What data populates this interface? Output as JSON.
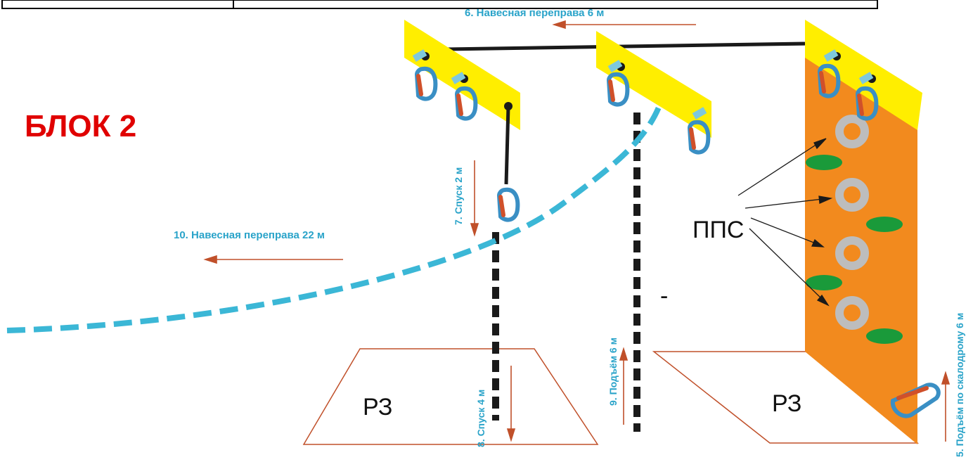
{
  "block_title": "БЛОК 2",
  "labels": {
    "traverse_6": "6. Навесная переправа 6 м",
    "descent_2": "7. Спуск 2 м",
    "descent_4": "8. Спуск 4 м",
    "ascent_6": "9. Подъём 6 м",
    "traverse_22": "10. Навесная переправа 22 м",
    "climb_wall": "5. Подъём по скалодрому 6 м",
    "pps": "ППС",
    "zone_left": "РЗ",
    "zone_right": "РЗ",
    "dash": "-"
  },
  "colors": {
    "title_red": "#e00000",
    "label_blue": "#29a3c9",
    "arrow_red": "#c0502a",
    "beam_yellow": "#ffee00",
    "wall_orange": "#f28a1e",
    "hold_green": "#1a9a3a",
    "ring_grey": "#bdbdbd",
    "carabiner_blue": "#3a8fc4",
    "carabiner_red": "#d0502a"
  }
}
